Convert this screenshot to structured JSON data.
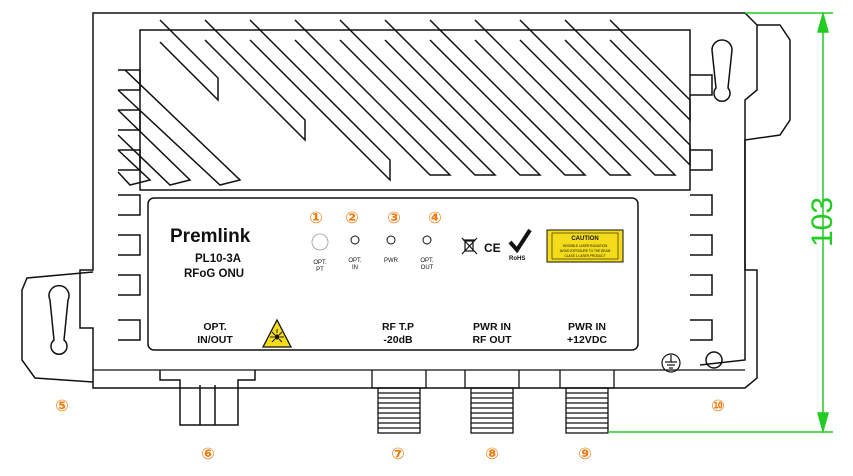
{
  "brand": "Premlink",
  "model": "PL10-3A",
  "product": "RFoG ONU",
  "leds": [
    {
      "line1": "OPT.",
      "line2": "PT"
    },
    {
      "line1": "OPT.",
      "line2": "IN"
    },
    {
      "line1": "PWR",
      "line2": ""
    },
    {
      "line1": "OPT.",
      "line2": "OUT"
    }
  ],
  "certifications": {
    "ce": "CE",
    "rohs": "RoHS"
  },
  "caution": {
    "title": "CAUTION",
    "line1": "INVISIBLE LASER RADIATION",
    "line2": "AVOID EXPOSURE TO THE BEAM",
    "line3": "CLASS 1 LASER PRODUCT"
  },
  "ports": {
    "opt": {
      "line1": "OPT.",
      "line2": "IN/OUT"
    },
    "rftp": {
      "line1": "RF T.P",
      "line2": "-20dB"
    },
    "pwr_rf": {
      "line1": "PWR IN",
      "line2": "RF OUT"
    },
    "pwr_dc": {
      "line1": "PWR IN",
      "line2": "+12VDC"
    }
  },
  "callouts": [
    "①",
    "②",
    "③",
    "④",
    "⑤",
    "⑥",
    "⑦",
    "⑧",
    "⑨",
    "⑩"
  ],
  "dimension": "103",
  "colors": {
    "callout": "#ee7d11",
    "dimension": "#22cc22",
    "caution_bg": "#f4dc1a",
    "line": "#111111"
  }
}
